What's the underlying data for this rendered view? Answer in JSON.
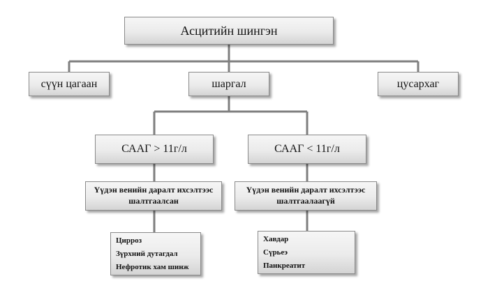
{
  "root": "Асцитийн шингэн",
  "level1": {
    "left": "сүүн цагаан",
    "middle": "шаргал",
    "right": "цусархаг"
  },
  "level2": {
    "left": "СААГ > 11г/л",
    "right": "СААГ < 11г/л"
  },
  "level3": {
    "left": "Үүдэн венийн даралт ихсэлтээс шалтгаалсан",
    "right": "Үүдэн венийн даралт ихсэлтээс шалтгаалаагүй"
  },
  "level4": {
    "left": [
      "Цирроз",
      "Зүрхний дутагдал",
      "Нефротик хам шинж"
    ],
    "right": [
      "Хавдар",
      "Сүрьеэ",
      "Панкреатит"
    ]
  },
  "colors": {
    "connector": "#7f7f7f",
    "box_border": "#8a8a8a"
  }
}
